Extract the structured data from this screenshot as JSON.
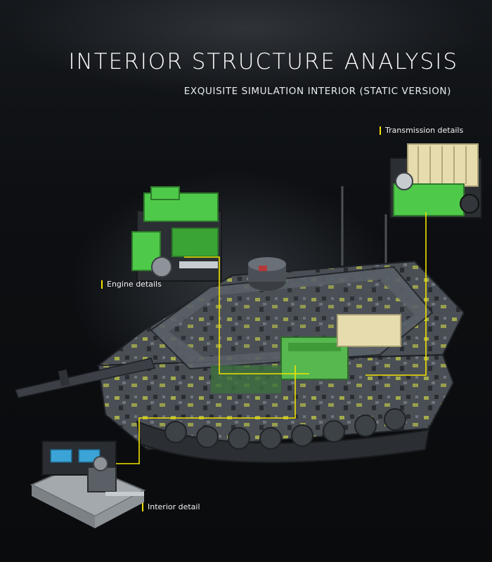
{
  "header": {
    "title": "INTERIOR STRUCTURE ANALYSIS",
    "subtitle": "EXQUISITE SIMULATION INTERIOR (STATIC VERSION)"
  },
  "callouts": {
    "transmission": "Transmission details",
    "engine": "Engine details",
    "interior": "Interior detail"
  },
  "colors": {
    "accent_line": "#f2e200",
    "module_green": "#4fc94a",
    "tank_gray": "#4a4f55",
    "camo_yellow": "#b9c04a"
  },
  "icons": [
    "tank-model",
    "engine-module",
    "transmission-module",
    "interior-cockpit-module"
  ]
}
